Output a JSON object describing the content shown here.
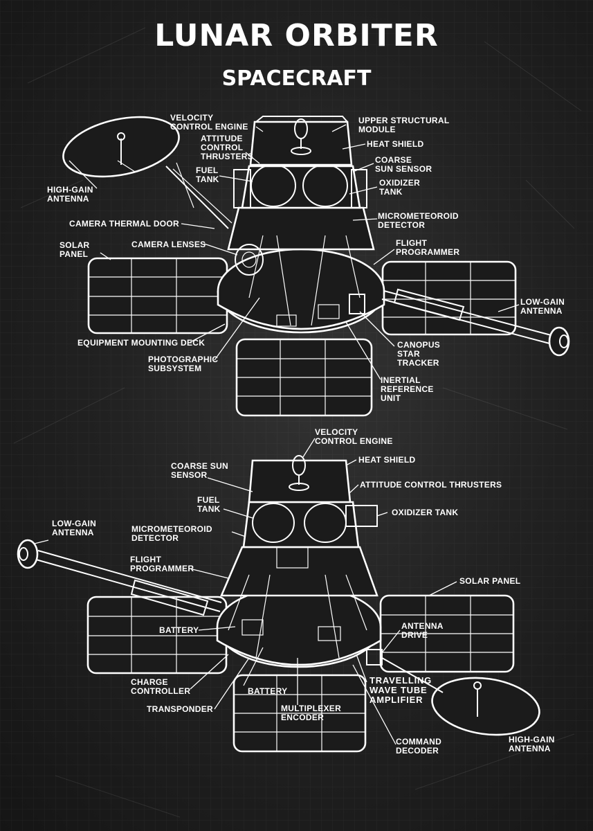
{
  "title": "LUNAR ORBITER",
  "subtitle": "SPACECRAFT",
  "top_view": {
    "labels": {
      "velocity_control_engine": [
        "VELOCITY",
        "CONTROL ENGINE"
      ],
      "upper_structural_module": [
        "UPPER STRUCTURAL",
        "MODULE"
      ],
      "attitude_control_thrusters": [
        "ATTITUDE",
        "CONTROL",
        "THRUSTERS"
      ],
      "heat_shield": [
        "HEAT SHIELD"
      ],
      "coarse_sun_sensor": [
        "COARSE",
        "SUN SENSOR"
      ],
      "fuel_tank": [
        "FUEL",
        "TANK"
      ],
      "oxidizer_tank": [
        "OXIDIZER",
        "TANK"
      ],
      "high_gain_antenna": [
        "HIGH-GAIN",
        "ANTENNA"
      ],
      "micrometeoroid_detector": [
        "MICROMETEOROID",
        "DETECTOR"
      ],
      "camera_thermal_door": [
        "CAMERA THERMAL DOOR"
      ],
      "flight_programmer": [
        "FLIGHT",
        "PROGRAMMER"
      ],
      "solar_panel": [
        "SOLAR",
        "PANEL"
      ],
      "camera_lenses": [
        "CAMERA LENSES"
      ],
      "low_gain_antenna": [
        "LOW-GAIN",
        "ANTENNA"
      ],
      "equipment_mounting_deck": [
        "EQUIPMENT MOUNTING DECK"
      ],
      "canopus_star_tracker": [
        "CANOPUS",
        "STAR",
        "TRACKER"
      ],
      "photographic_subsystem": [
        "PHOTOGRAPHIC",
        "SUBSYSTEM"
      ],
      "inertial_reference_unit": [
        "INERTIAL",
        "REFERENCE",
        "UNIT"
      ]
    }
  },
  "bottom_view": {
    "labels": {
      "velocity_control_engine": [
        "VELOCITY",
        "CONTROL ENGINE"
      ],
      "heat_shield": [
        "HEAT SHIELD"
      ],
      "coarse_sun_sensor": [
        "COARSE SUN",
        "SENSOR"
      ],
      "attitude_control_thrusters": [
        "ATTITUDE CONTROL THRUSTERS"
      ],
      "fuel_tank": [
        "FUEL",
        "TANK"
      ],
      "oxidizer_tank": [
        "OXIDIZER TANK"
      ],
      "low_gain_antenna": [
        "LOW-GAIN",
        "ANTENNA"
      ],
      "micrometeoroid_detector": [
        "MICROMETEOROID",
        "DETECTOR"
      ],
      "flight_programmer": [
        "FLIGHT",
        "PROGRAMMER"
      ],
      "solar_panel": [
        "SOLAR PANEL"
      ],
      "battery_left": [
        "BATTERY"
      ],
      "antenna_drive": [
        "ANTENNA",
        "DRIVE"
      ],
      "charge_controller": [
        "CHARGE",
        "CONTROLLER"
      ],
      "battery_bottom": [
        "BATTERY"
      ],
      "travelling_wave_tube_amplifier": [
        "TRAVELLING",
        "WAVE TUBE",
        "AMPLIFIER"
      ],
      "transponder": [
        "TRANSPONDER"
      ],
      "multiplexer_encoder": [
        "MULTIPLEXER",
        "ENCODER"
      ],
      "high_gain_antenna": [
        "HIGH-GAIN",
        "ANTENNA"
      ],
      "command_decoder": [
        "COMMAND",
        "DECODER"
      ]
    }
  },
  "colors": {
    "background": "#1f1f1f",
    "ink": "#ffffff"
  }
}
